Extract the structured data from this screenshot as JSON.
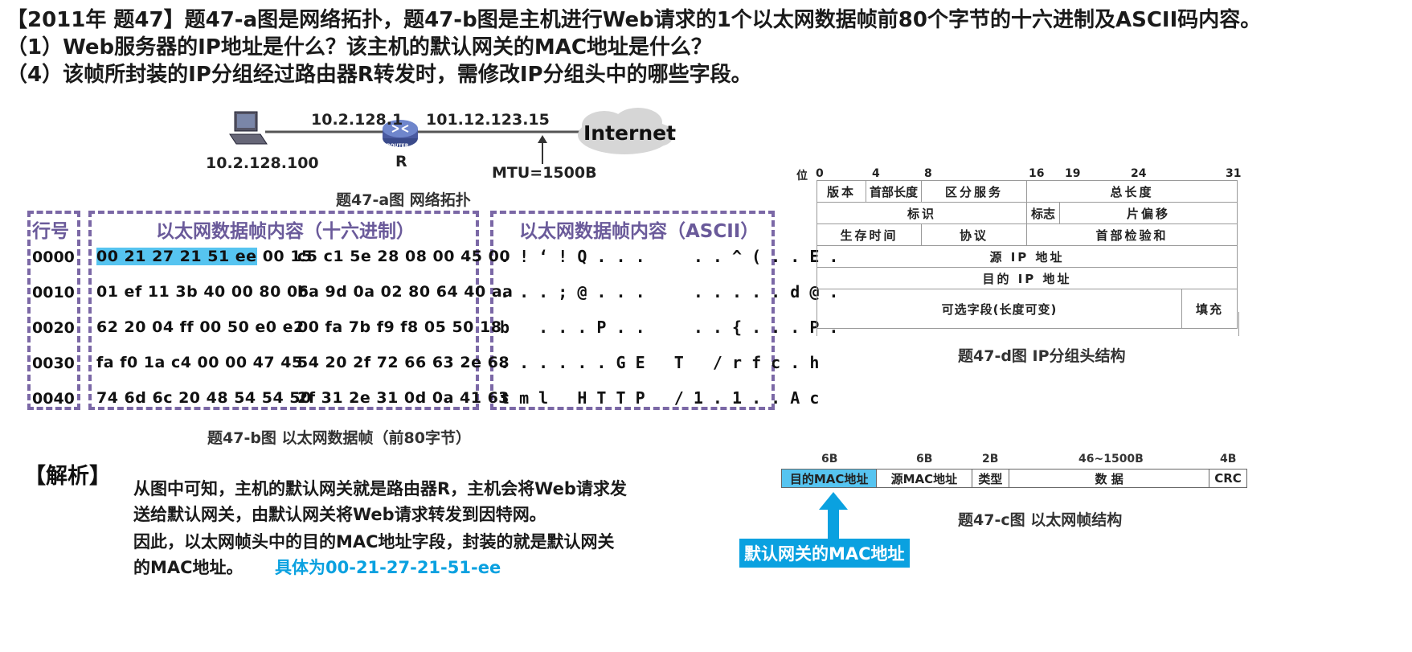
{
  "question": {
    "line1": "【2011年 题47】题47-a图是网络拓扑，题47-b图是主机进行Web请求的1个以太网数据帧前80个字节的十六进制及ASCII码内容。",
    "line2": "（1）Web服务器的IP地址是什么？该主机的默认网关的MAC地址是什么？",
    "line3": "（4）该帧所封装的IP分组经过路由器R转发时，需修改IP分组头中的哪些字段。"
  },
  "topology": {
    "host_ip": "10.2.128.100",
    "router_left_ip": "10.2.128.1",
    "router_right_ip": "101.12.123.15",
    "router_label": "R",
    "cloud_label": "Internet",
    "router_badge": "ROUTER",
    "mtu": "MTU=1500B",
    "caption": "题47-a图 网络拓扑"
  },
  "frame": {
    "header_row": "行号",
    "header_hex": "以太网数据帧内容（十六进制）",
    "header_ascii": "以太网数据帧内容（ASCII）",
    "rows": [
      {
        "num": "0000",
        "hex_hl": "00 21 27 21 51 ee",
        "hex_a": "00 15",
        "hex_b": "c5 c1 5e 28 08 00 45 00",
        "ascii": ". ! ‘ ! Q . . .     . . ^ ( . . E ."
      },
      {
        "num": "0010",
        "hex_hl": "",
        "hex_a": "01 ef 11 3b 40 00 80 06",
        "hex_b": "ba 9d 0a 02 80 64 40 aa",
        "ascii": ". . . ; @ . . .     . . . . . d @ ."
      },
      {
        "num": "0020",
        "hex_hl": "",
        "hex_a": "62 20 04 ff 00 50 e0 e2",
        "hex_b": "00 fa 7b f9 f8 05 50 18",
        "ascii": "b   . . . P . .     . . { . . . P ."
      },
      {
        "num": "0030",
        "hex_hl": "",
        "hex_a": "fa f0 1a c4 00 00 47 45",
        "hex_b": "54 20 2f 72 66 63 2e 68",
        "ascii": ". . . . . . G E   T   / r f c . h"
      },
      {
        "num": "0040",
        "hex_hl": "",
        "hex_a": "74 6d 6c 20 48 54 54 50",
        "hex_b": "2f 31 2e 31 0d 0a 41 63",
        "ascii": "t m l   H T T P   / 1 . 1 . . A c"
      }
    ],
    "caption": "题47-b图 以太网数据帧（前80字节）"
  },
  "ip_header": {
    "bit_label": "位",
    "bits": [
      "0",
      "4",
      "8",
      "16",
      "19",
      "24",
      "31"
    ],
    "version": "版本",
    "ihl": "首部长度",
    "tos": "区分服务",
    "total_length": "总长度",
    "identification": "标识",
    "flags": "标志",
    "fragment_offset": "片偏移",
    "ttl": "生存时间",
    "protocol": "协议",
    "checksum": "首部检验和",
    "src": "源 IP 地址",
    "dst": "目的 IP 地址",
    "options": "可选字段(长度可变)",
    "padding": "填充",
    "caption": "题47-d图 IP分组头结构"
  },
  "eth_frame": {
    "sizes": [
      "6B",
      "6B",
      "2B",
      "46~1500B",
      "4B"
    ],
    "fields": [
      "目的MAC地址",
      "源MAC地址",
      "类型",
      "数 据",
      "CRC"
    ],
    "caption": "题47-c图 以太网帧结构",
    "arrow_label": "默认网关的MAC地址"
  },
  "analysis": {
    "label": "【解析】",
    "p1a": "从图中可知，主机的默认网关就是路由器R，主机会将Web请求发",
    "p1b": "送给默认网关，由默认网关将Web请求转发到因特网。",
    "p2a": "因此，以太网帧头中的目的MAC地址字段，封装的就是默认网关",
    "p2b": "的MAC地址。",
    "p2c": "具体为00-21-27-21-51-ee"
  },
  "colors": {
    "accent": "#0aa1e0",
    "dashed": "#7b68a6",
    "highlight": "#56c4f0"
  }
}
